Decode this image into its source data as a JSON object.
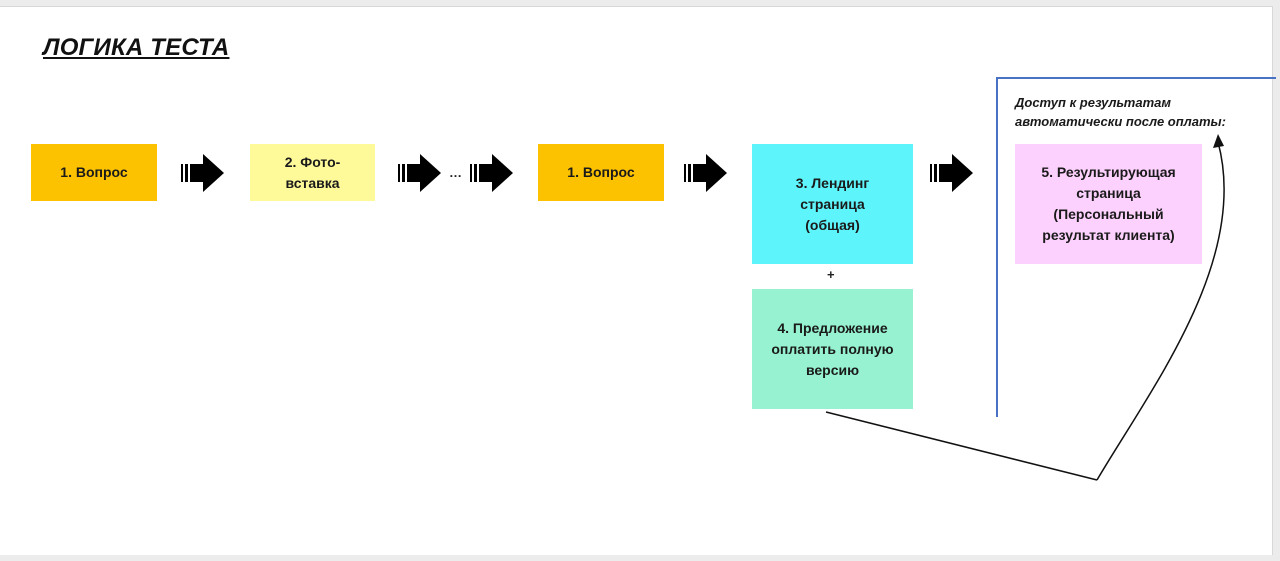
{
  "title": "ЛОГИКА ТЕСТА",
  "colors": {
    "question": "#fcc200",
    "photo": "#fefa9a",
    "landing": "#5ef4fb",
    "offer": "#96f2d0",
    "result": "#fdd1fd",
    "bracket": "#4a72c4"
  },
  "nodes": {
    "question1": "1. Вопрос",
    "photo_line1": "2. Фото-",
    "photo_line2": "вставка",
    "question2": "1. Вопрос",
    "landing_line1": "3. Лендинг",
    "landing_line2": "страница",
    "landing_line3": "(общая)",
    "offer_line1": "4. Предложение",
    "offer_line2": "оплатить полную",
    "offer_line3": "версию",
    "result_line1": "5. Результирующая",
    "result_line2": "страница",
    "result_line3": "(Персональный",
    "result_line4": "результат клиента)"
  },
  "ellipsis": "…",
  "plus": "+",
  "note_line1": "Доступ к  результатам",
  "note_line2": "автоматически после оплаты:"
}
